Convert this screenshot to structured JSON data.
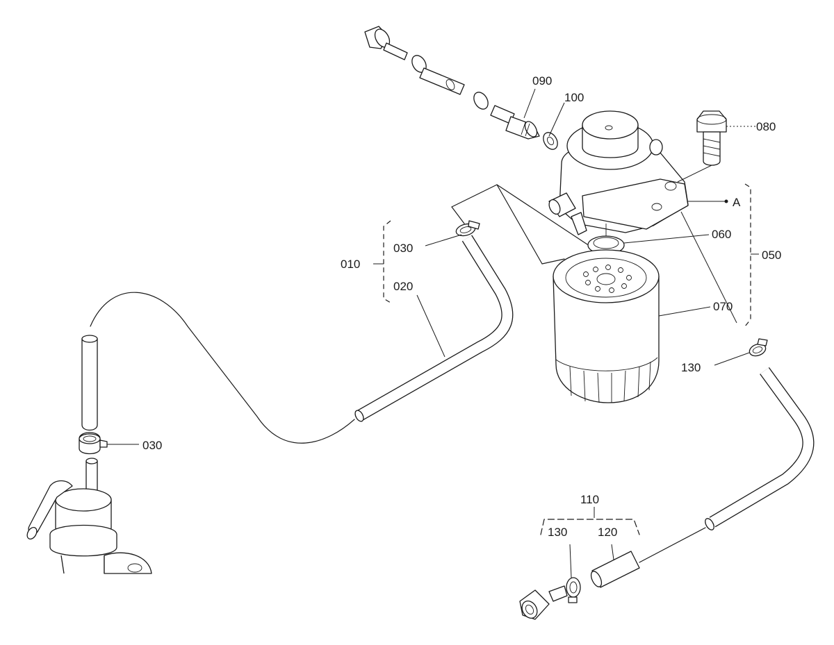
{
  "labels": {
    "p010": "010",
    "p020": "020",
    "p030_top": "030",
    "p030_left": "030",
    "p050": "050",
    "p060": "060",
    "p070": "070",
    "p080": "080",
    "p090": "090",
    "p100": "100",
    "p110": "110",
    "p120": "120",
    "p130_right": "130",
    "p130_bottom": "130",
    "view_a": "A"
  },
  "colors": {
    "line": "#1a1a1a",
    "background": "#ffffff"
  }
}
